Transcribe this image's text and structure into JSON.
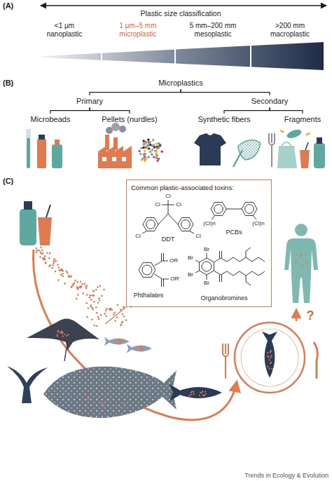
{
  "diagram": {
    "nodes": [
      {
        "text": [
          "Microplastics"
        ]
      },
      {
        "text": [
          "Primary"
        ]
      },
      {
        "text": [
          "Secondary"
        ]
      },
      {
        "text": [
          "Microbeads"
        ]
      },
      {
        "text": [
          "Pellets (nurdles)"
        ]
      },
      {
        "text": [
          "Synthetic fibers"
        ]
      },
      {
        "text": [
          "Fragments"
        ]
      },
      {
        "text": [
          "Common plastic-associated toxins:"
        ]
      }
    ],
    "edges": [
      {
        "from": 0,
        "to": 1,
        "arrow": "none"
      },
      {
        "from": 0,
        "to": 2,
        "arrow": "none"
      },
      {
        "from": 1,
        "to": 3,
        "arrow": "none"
      },
      {
        "from": 1,
        "to": 4,
        "arrow": "none"
      },
      {
        "from": 2,
        "to": 5,
        "arrow": "none"
      },
      {
        "from": 2,
        "to": 6,
        "arrow": "none"
      }
    ],
    "labels": [
      "(A)",
      "Plastic size classification",
      "<1 µm",
      "nanoplastic",
      "1 µm–5 mm",
      "microplastic",
      "5 mm–200 mm",
      "mesoplastic",
      ">200 mm",
      "macroplastic",
      "(B)",
      "(C)",
      "Cl",
      "Cl",
      "Cl",
      "Cl",
      "Cl",
      "DDT",
      "(Cl)n",
      "(Cl)n",
      "PCBs",
      "OR",
      "OR'",
      "Phthalates",
      "Br",
      "Br",
      "Br",
      "Br",
      "Organobromines",
      "?",
      "Trends in Ecology & Evolution"
    ]
  }
}
